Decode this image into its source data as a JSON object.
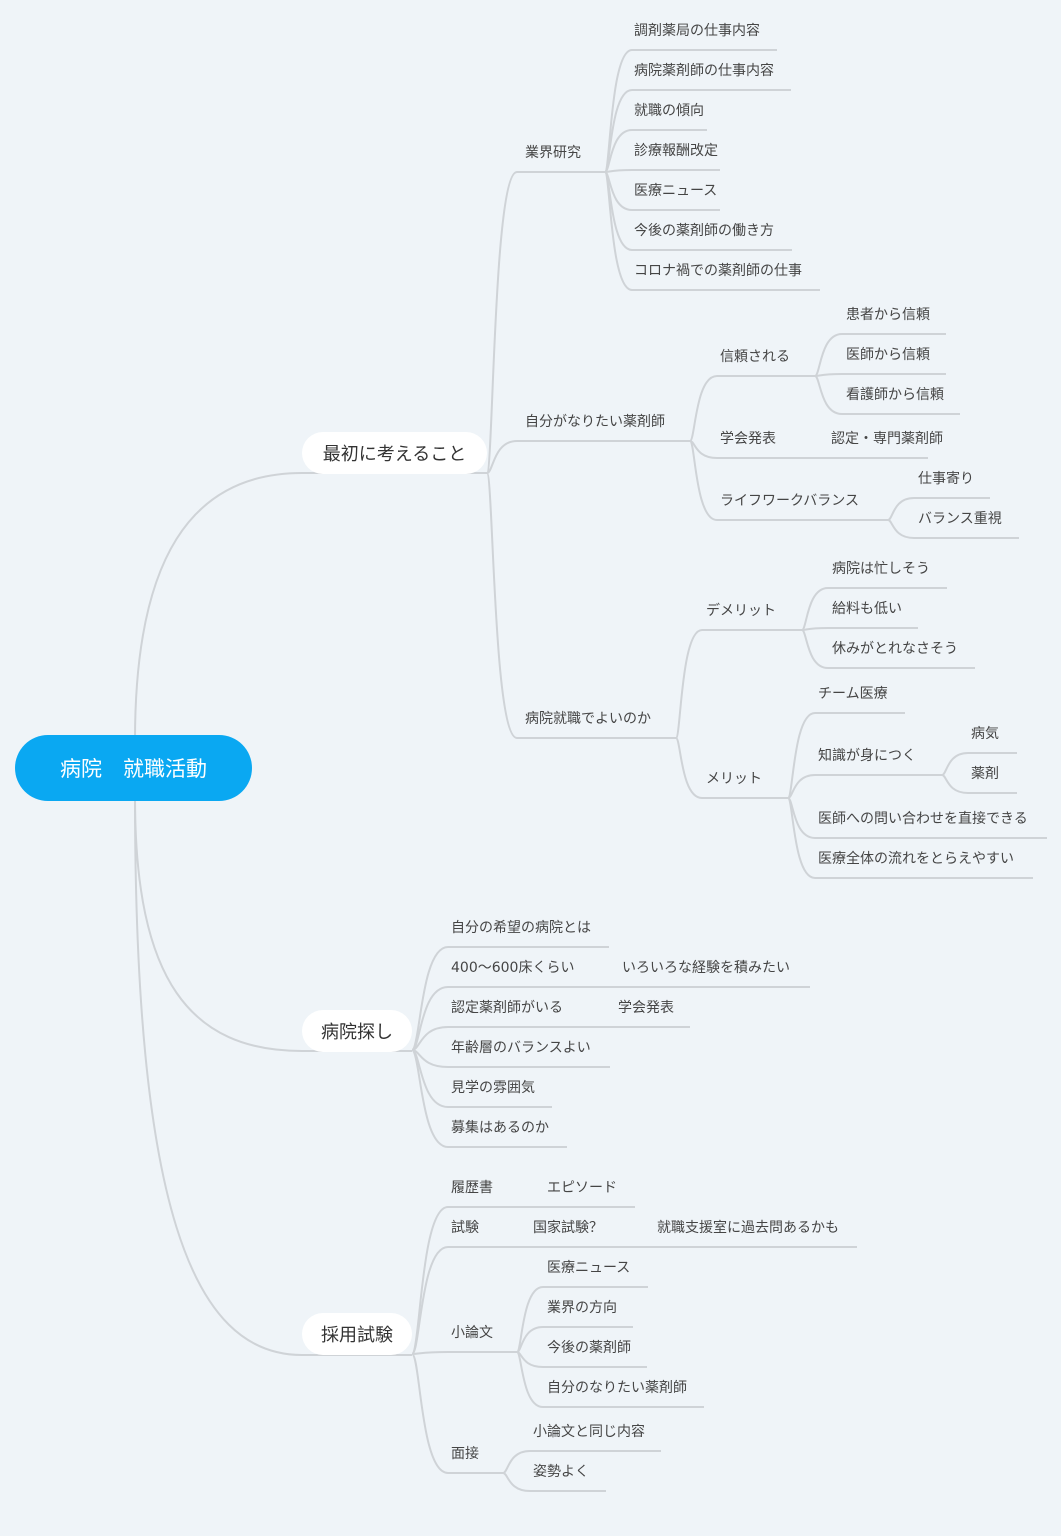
{
  "root": "病院　就職活動",
  "colors": {
    "root": "#0aa8f2",
    "line": "#cfd3d7",
    "background": "#eff4f8"
  },
  "branches": [
    {
      "label": "最初に考えること",
      "children": [
        {
          "label": "業界研究",
          "children": [
            {
              "label": "調剤薬局の仕事内容"
            },
            {
              "label": "病院薬剤師の仕事内容"
            },
            {
              "label": "就職の傾向"
            },
            {
              "label": "診療報酬改定"
            },
            {
              "label": "医療ニュース"
            },
            {
              "label": "今後の薬剤師の働き方"
            },
            {
              "label": "コロナ禍での薬剤師の仕事"
            }
          ]
        },
        {
          "label": "自分がなりたい薬剤師",
          "children": [
            {
              "label": "信頼される",
              "children": [
                {
                  "label": "患者から信頼"
                },
                {
                  "label": "医師から信頼"
                },
                {
                  "label": "看護師から信頼"
                }
              ]
            },
            {
              "label": "学会発表",
              "children": [
                {
                  "label": "認定・専門薬剤師"
                }
              ]
            },
            {
              "label": "ライフワークバランス",
              "children": [
                {
                  "label": "仕事寄り"
                },
                {
                  "label": "バランス重視"
                }
              ]
            }
          ]
        },
        {
          "label": "病院就職でよいのか",
          "children": [
            {
              "label": "デメリット",
              "children": [
                {
                  "label": "病院は忙しそう"
                },
                {
                  "label": "給料も低い"
                },
                {
                  "label": "休みがとれなさそう"
                }
              ]
            },
            {
              "label": "メリット",
              "children": [
                {
                  "label": "チーム医療"
                },
                {
                  "label": "知識が身につく",
                  "children": [
                    {
                      "label": "病気"
                    },
                    {
                      "label": "薬剤"
                    }
                  ]
                },
                {
                  "label": "医師への問い合わせを直接できる"
                },
                {
                  "label": "医療全体の流れをとらえやすい"
                }
              ]
            }
          ]
        }
      ]
    },
    {
      "label": "病院探し",
      "children": [
        {
          "label": "自分の希望の病院とは"
        },
        {
          "label": "400～600床くらい",
          "children": [
            {
              "label": "いろいろな経験を積みたい"
            }
          ]
        },
        {
          "label": "認定薬剤師がいる",
          "children": [
            {
              "label": "学会発表"
            }
          ]
        },
        {
          "label": "年齢層のバランスよい"
        },
        {
          "label": "見学の雰囲気"
        },
        {
          "label": "募集はあるのか"
        }
      ]
    },
    {
      "label": "採用試験",
      "children": [
        {
          "label": "履歴書",
          "children": [
            {
              "label": "エピソード"
            }
          ]
        },
        {
          "label": "試験",
          "children": [
            {
              "label": "国家試験？",
              "children": [
                {
                  "label": "就職支援室に過去問あるかも"
                }
              ]
            }
          ]
        },
        {
          "label": "小論文",
          "children": [
            {
              "label": "医療ニュース"
            },
            {
              "label": "業界の方向"
            },
            {
              "label": "今後の薬剤師"
            },
            {
              "label": "自分のなりたい薬剤師"
            }
          ]
        },
        {
          "label": "面接",
          "children": [
            {
              "label": "小論文と同じ内容"
            },
            {
              "label": "姿勢よく"
            }
          ]
        }
      ]
    }
  ]
}
